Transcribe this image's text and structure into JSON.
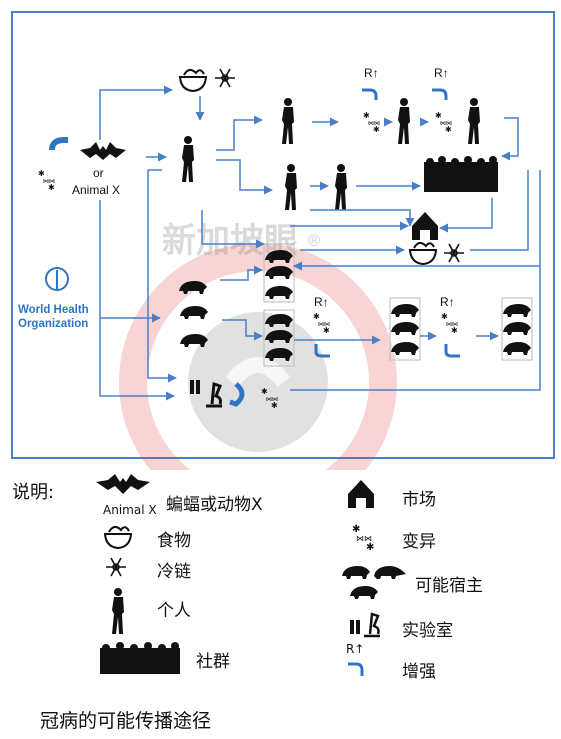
{
  "diagram": {
    "bat_or_label": "or",
    "animal_x_label": "Animal X",
    "who_line1": "World Health",
    "who_line2": "Organization",
    "r_up": "R↑"
  },
  "watermark": {
    "text": "新加坡眼",
    "mark": "®"
  },
  "legend": {
    "heading": "说明:",
    "items": [
      {
        "icon": "bat-icon",
        "sub": "Animal X",
        "label": "蝙蝠或动物X"
      },
      {
        "icon": "food-bowl-icon",
        "label": "食物"
      },
      {
        "icon": "snowflake-icon",
        "label": "冷链"
      },
      {
        "icon": "person-icon",
        "label": "个人"
      },
      {
        "icon": "crowd-icon",
        "label": "社群"
      },
      {
        "icon": "market-barn-icon",
        "label": "市场"
      },
      {
        "icon": "mutation-icon",
        "label": "变异"
      },
      {
        "icon": "animals-icon",
        "label": "可能宿主"
      },
      {
        "icon": "microscope-icon",
        "label": "实验室"
      },
      {
        "icon": "enhance-arrow-icon",
        "sub": "R↑",
        "label": "增强"
      }
    ]
  },
  "caption": "冠病的可能传播途径",
  "colors": {
    "arrow": "#4a7fc8",
    "frame": "#4a7fc8",
    "who_blue": "#2f74c0",
    "watermark_red": "#e23b3b"
  }
}
